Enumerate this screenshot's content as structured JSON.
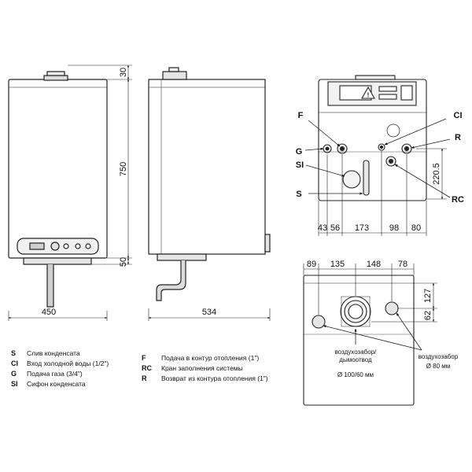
{
  "front_view": {
    "dims": {
      "width": "450",
      "height": "750",
      "top": "30",
      "bottom": "50"
    }
  },
  "side_view": {
    "dims": {
      "depth": "534"
    }
  },
  "bottom_view": {
    "labels": {
      "F": "F",
      "CI": "CI",
      "G": "G",
      "R": "R",
      "SI": "SI",
      "S": "S",
      "RC": "RC"
    },
    "dims": {
      "d43": "43",
      "d56": "56",
      "d173": "173",
      "d98": "98",
      "d80": "80",
      "d220_5": "220.5"
    }
  },
  "top_view": {
    "dims": {
      "d89": "89",
      "d135": "135",
      "d148": "148",
      "d78": "78",
      "d127": "127",
      "d62": "62"
    },
    "notes": {
      "coaxial_line1": "воздухозабор/",
      "coaxial_line2": "дымоотвод",
      "coaxial_line3": "Ø 100/60 мм",
      "separate_line1": "воздухозабор",
      "separate_line2": "Ø 80 мм"
    }
  },
  "legend": {
    "left": [
      {
        "key": "S",
        "text": "Слив конденсата"
      },
      {
        "key": "CI",
        "text": "Вход холодной воды (1/2\")"
      },
      {
        "key": "G",
        "text": "Подача газа (3/4\")"
      },
      {
        "key": "SI",
        "text": "Сифон конденсата"
      }
    ],
    "right": [
      {
        "key": "F",
        "text": "Подача в контур отопления (1\")"
      },
      {
        "key": "RC",
        "text": "Кран заполнения системы"
      },
      {
        "key": "R",
        "text": "Возврат из контура отопления (1\")"
      }
    ]
  }
}
